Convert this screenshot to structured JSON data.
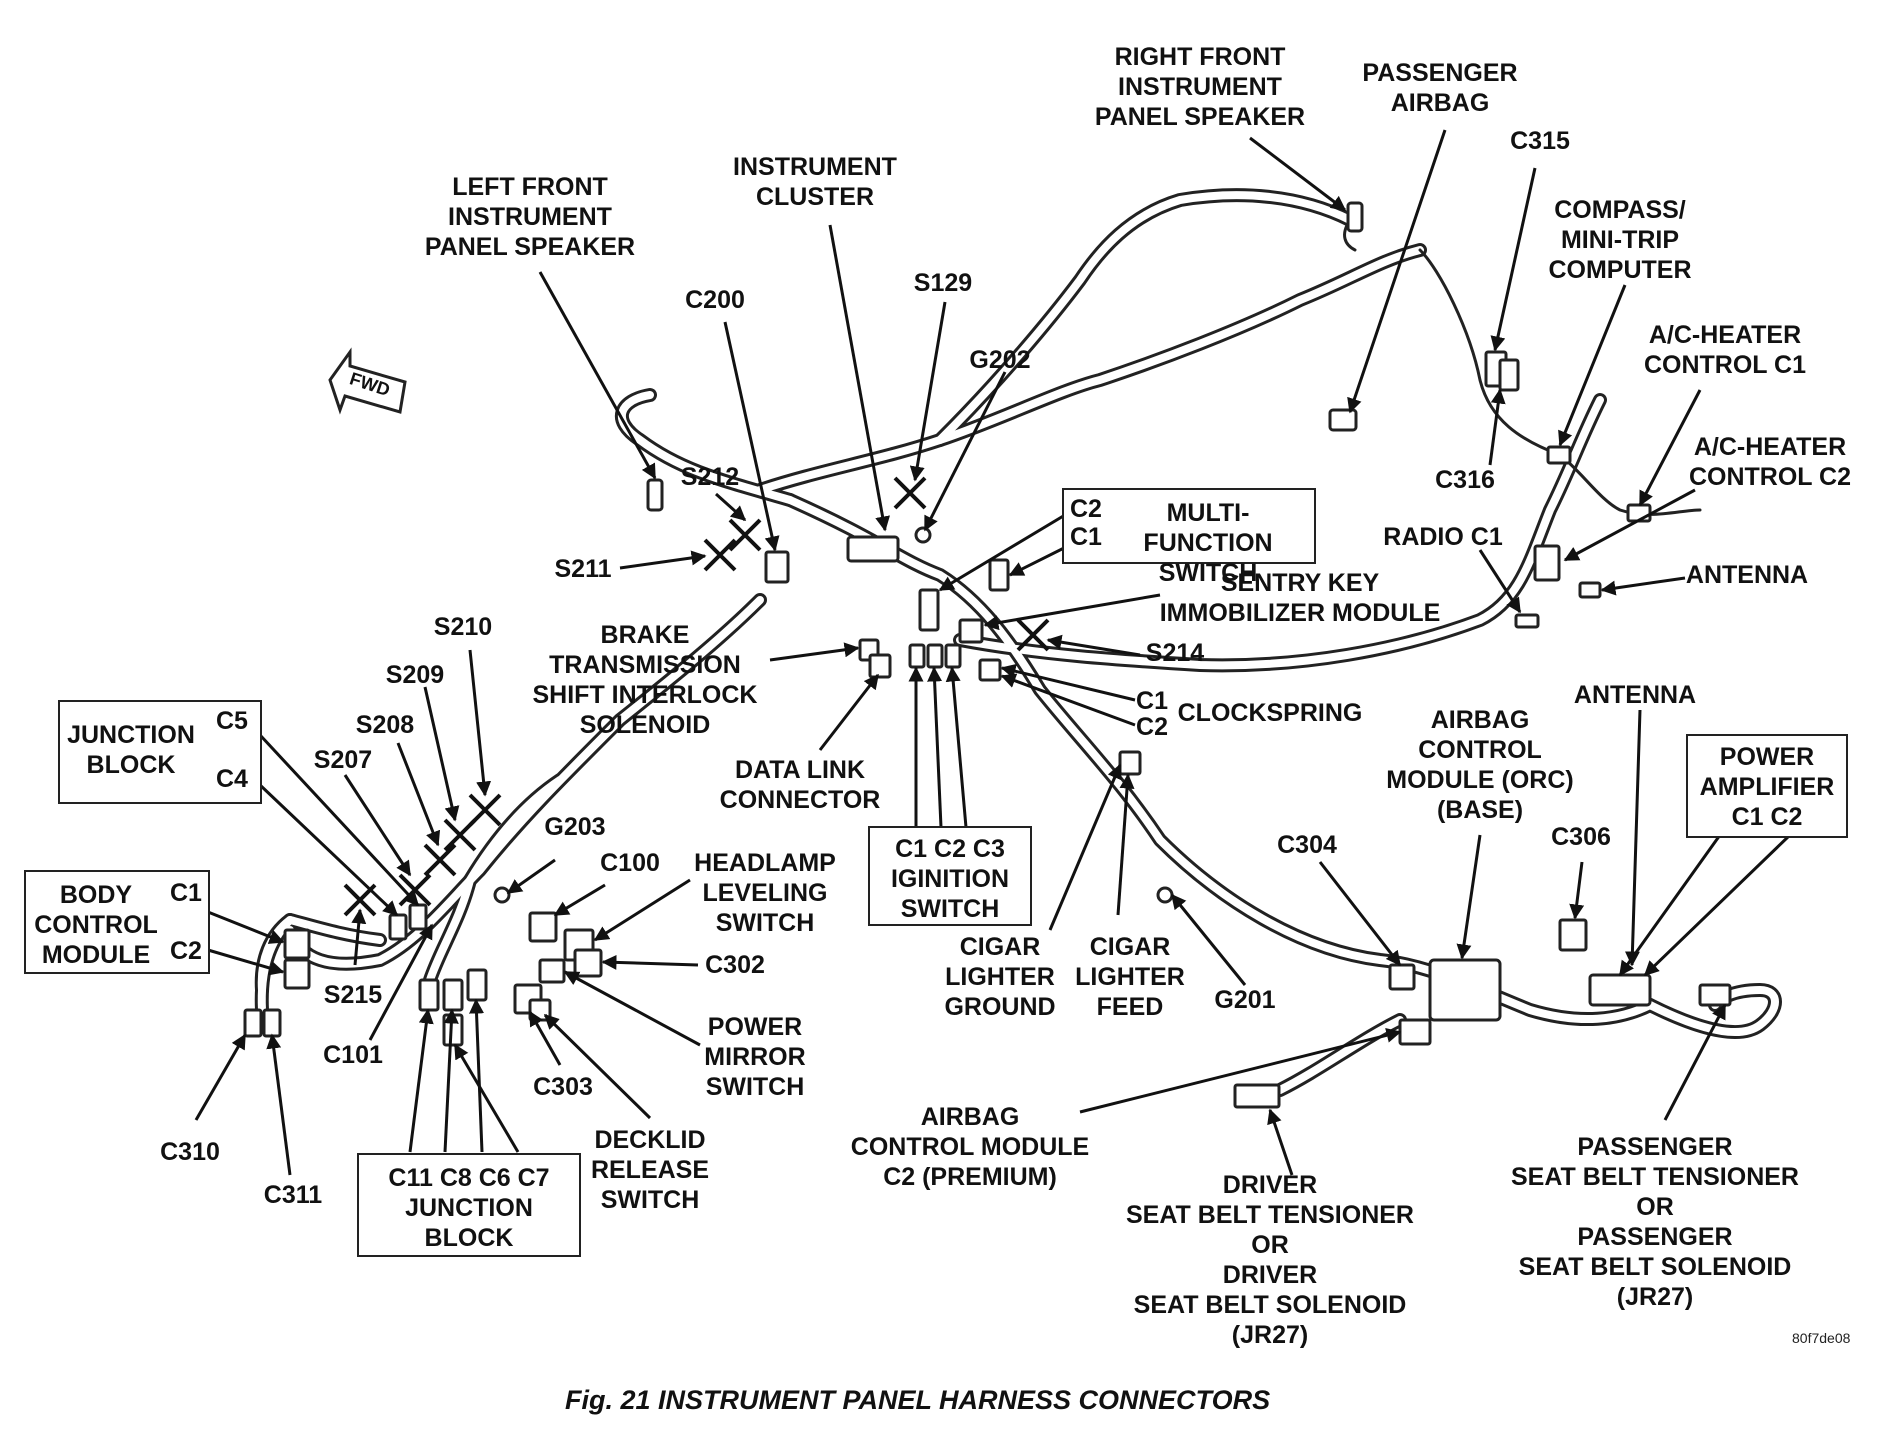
{
  "caption": "Fig. 21 INSTRUMENT PANEL HARNESS CONNECTORS",
  "figure_ref": "80f7de08",
  "fwd_label": "FWD",
  "labels": {
    "right_front_speaker": "RIGHT FRONT\nINSTRUMENT\nPANEL SPEAKER",
    "passenger_airbag": "PASSENGER\nAIRBAG",
    "c315": "C315",
    "instrument_cluster": "INSTRUMENT\nCLUSTER",
    "left_front_speaker": "LEFT FRONT\nINSTRUMENT\nPANEL SPEAKER",
    "compass": "COMPASS/\nMINI-TRIP\nCOMPUTER",
    "c200": "C200",
    "s129": "S129",
    "g202": "G202",
    "ac_c1": "A/C-HEATER\nCONTROL C1",
    "c316": "C316",
    "ac_c2": "A/C-HEATER\nCONTROL C2",
    "s212": "S212",
    "radio_c1": "RADIO C1",
    "s211": "S211",
    "antenna_right": "ANTENNA",
    "sentry_key": "SENTRY KEY\nIMMOBILIZER MODULE",
    "brake_trans": "BRAKE\nTRANSMISSION\nSHIFT INTERLOCK\nSOLENOID",
    "s210": "S210",
    "s214": "S214",
    "clockspring_c1": "C1",
    "clockspring_c2": "C2",
    "clockspring": "CLOCKSPRING",
    "s209": "S209",
    "airbag_orc": "AIRBAG\nCONTROL\nMODULE (ORC)\n(BASE)",
    "antenna_mid": "ANTENNA",
    "s208": "S208",
    "data_link": "DATA LINK\nCONNECTOR",
    "s207": "S207",
    "g203": "G203",
    "c304": "C304",
    "c306": "C306",
    "c100": "C100",
    "headlamp": "HEADLAMP\nLEVELING\nSWITCH",
    "cigar_ground": "CIGAR\nLIGHTER\nGROUND",
    "cigar_feed": "CIGAR\nLIGHTER\nFEED",
    "c302": "C302",
    "s215": "S215",
    "g201": "G201",
    "power_mirror": "POWER\nMIRROR\nSWITCH",
    "c101": "C101",
    "c303": "C303",
    "c310": "C310",
    "airbag_c2": "AIRBAG\nCONTROL MODULE\nC2 (PREMIUM)",
    "decklid": "DECKLID\nRELEASE\nSWITCH",
    "c311": "C311",
    "driver_belt": "DRIVER\nSEAT BELT TENSIONER\nOR\nDRIVER\nSEAT BELT SOLENOID\n(JR27)",
    "passenger_belt": "PASSENGER\nSEAT BELT TENSIONER\nOR\nPASSENGER\nSEAT BELT SOLENOID\n(JR27)"
  },
  "boxes": {
    "multi_function": {
      "c2": "C2",
      "c1": "C1",
      "name": "MULTI-FUNCTION\nSWITCH"
    },
    "junction_block_top": {
      "name": "JUNCTION\nBLOCK",
      "c5": "C5",
      "c4": "C4"
    },
    "body_control": {
      "name": "BODY\nCONTROL\nMODULE",
      "c1": "C1",
      "c2": "C2"
    },
    "ignition": {
      "connectors": "C1 C2 C3",
      "name": "IGINITION\nSWITCH"
    },
    "power_amp": {
      "name": "POWER\nAMPLIFIER\nC1 C2"
    },
    "junction_block_bottom": {
      "connectors": "C11 C8 C6 C7",
      "name": "JUNCTION\nBLOCK"
    }
  }
}
